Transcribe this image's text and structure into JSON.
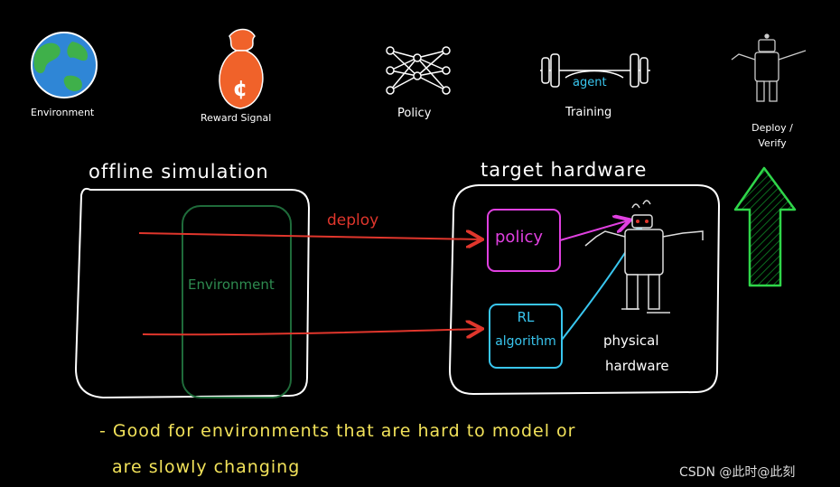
{
  "icons": {
    "environment": "Environment",
    "reward": "Reward Signal",
    "reward_symbol": "¢",
    "policy": "Policy",
    "training": "Training",
    "training_badge": "agent",
    "deploy_line1": "Deploy /",
    "deploy_line2": "Verify"
  },
  "offline": {
    "title": "offline simulation",
    "environment": "Environment"
  },
  "deploy_label": "deploy",
  "target": {
    "title": "target hardware",
    "policy": "policy",
    "rl_line1": "RL",
    "rl_line2": "algorithm",
    "phys_line1": "physical",
    "phys_line2": "hardware"
  },
  "note": {
    "line1": "- Good for environments that are hard to model or",
    "line2": "are slowly changing"
  },
  "watermark": "CSDN @此时@此刻",
  "colors": {
    "deploy_arrow": "#e0362c",
    "policy_box": "#e040e0",
    "rl_box": "#39c6ef",
    "environment_box": "#1f6b3a",
    "note_text": "#f2e25a",
    "up_arrow": "#2fd64a"
  }
}
